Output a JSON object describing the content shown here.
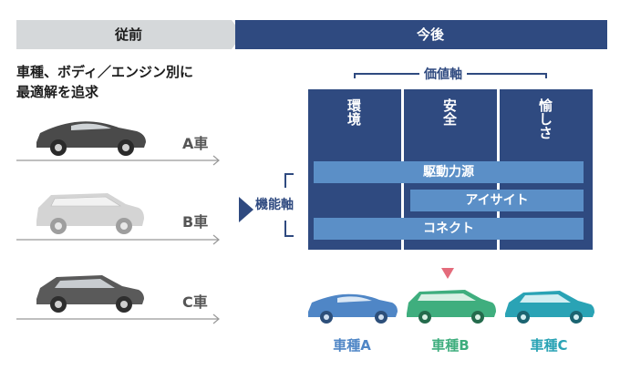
{
  "header": {
    "before": "従前",
    "after": "今後"
  },
  "intro": {
    "line1": "車種、ボディ／エンジン別に",
    "line2": "最適解を追求"
  },
  "left_cars": [
    {
      "label": "A車",
      "icon": "sports-car-icon"
    },
    {
      "label": "B車",
      "icon": "suv-car-icon"
    },
    {
      "label": "C車",
      "icon": "crossover-car-icon"
    }
  ],
  "value_axis": {
    "label": "価値軸",
    "columns": [
      "環境",
      "安全",
      "愉しさ"
    ]
  },
  "function_axis": {
    "label": "機能軸",
    "bars": [
      "駆動力源",
      "アイサイト",
      "コネクト"
    ]
  },
  "bottom_cars": [
    {
      "label": "車種A",
      "color": "#4f86c6"
    },
    {
      "label": "車種B",
      "color": "#3fae7e"
    },
    {
      "label": "車種C",
      "color": "#2aa3b5"
    }
  ],
  "colors": {
    "navy": "#2f4a80",
    "bar_blue": "#5b8fc7",
    "header_gray": "#d5d8da",
    "arrow_red": "#e46b7b"
  }
}
